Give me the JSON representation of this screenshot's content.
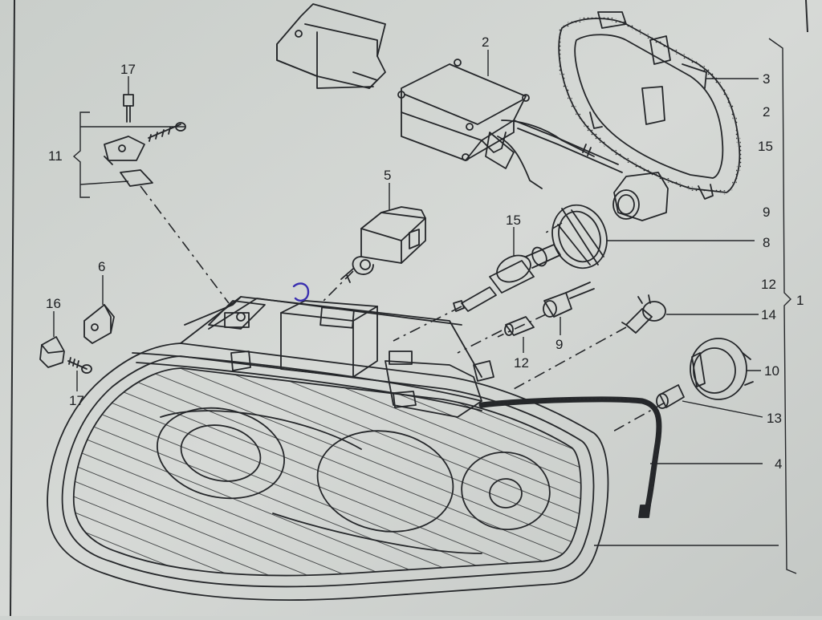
{
  "diagram": {
    "callouts": {
      "c2_top": "2",
      "c3": "3",
      "c2_right": "2",
      "c15_right": "15",
      "c9_right": "9",
      "c8": "8",
      "c12_right": "12",
      "c1": "1",
      "c14": "14",
      "c10": "10",
      "c13": "13",
      "c4": "4",
      "c5": "5",
      "c15_bulb": "15",
      "c9_socket": "9",
      "c12_bulb": "12",
      "c6": "6",
      "c16": "16",
      "c17_top": "17",
      "c17_bottom": "17",
      "c11": "11"
    }
  }
}
